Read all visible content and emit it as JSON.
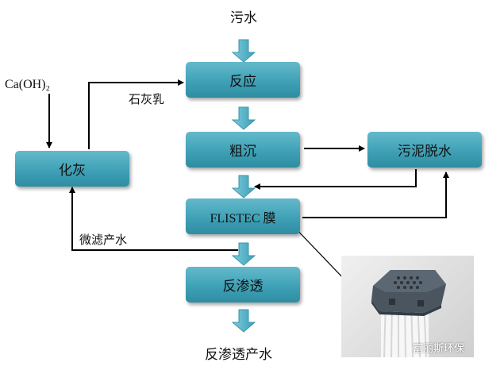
{
  "nodes": {
    "sewage": "污水",
    "reaction": "反应",
    "coarse_settling": "粗沉",
    "sludge_dewatering": "污泥脱水",
    "lime_preparation": "化灰",
    "membrane": "FLISTEC 膜",
    "reverse_osmosis": "反渗透",
    "ro_product_water": "反渗透产水"
  },
  "labels": {
    "calcium_hydroxide": "Ca(OH)₂",
    "lime_milk": "石灰乳",
    "mf_product_water": "微滤产水"
  },
  "watermark": "富丽斯环保",
  "colors": {
    "box_fill": "#4aa9bd",
    "flow_arrow": "#5bb8cc",
    "line": "#000000"
  }
}
